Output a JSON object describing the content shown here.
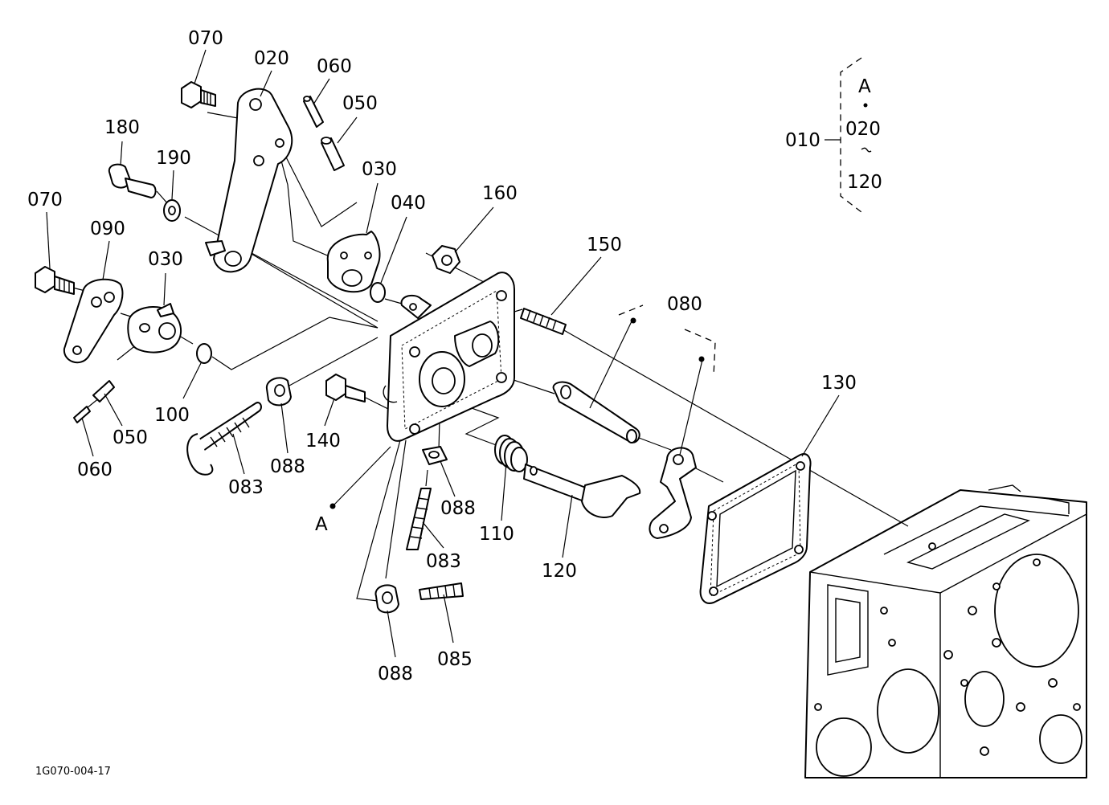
{
  "drawing_code": "1G070-004-17",
  "assembly": {
    "label": "010",
    "items": [
      "A",
      "020",
      "120"
    ]
  },
  "reference_point": "A",
  "callouts": [
    {
      "id": "c070a",
      "text": "070"
    },
    {
      "id": "c020",
      "text": "020"
    },
    {
      "id": "c060a",
      "text": "060"
    },
    {
      "id": "c050a",
      "text": "050"
    },
    {
      "id": "c180",
      "text": "180"
    },
    {
      "id": "c190",
      "text": "190"
    },
    {
      "id": "c030a",
      "text": "030"
    },
    {
      "id": "c040",
      "text": "040"
    },
    {
      "id": "c160",
      "text": "160"
    },
    {
      "id": "c070b",
      "text": "070"
    },
    {
      "id": "c090",
      "text": "090"
    },
    {
      "id": "c030b",
      "text": "030"
    },
    {
      "id": "c150",
      "text": "150"
    },
    {
      "id": "c080",
      "text": "080"
    },
    {
      "id": "c100",
      "text": "100"
    },
    {
      "id": "c050b",
      "text": "050"
    },
    {
      "id": "c060b",
      "text": "060"
    },
    {
      "id": "c083a",
      "text": "083"
    },
    {
      "id": "c088a",
      "text": "088"
    },
    {
      "id": "c140",
      "text": "140"
    },
    {
      "id": "c088b",
      "text": "088"
    },
    {
      "id": "c083b",
      "text": "083"
    },
    {
      "id": "c110",
      "text": "110"
    },
    {
      "id": "c120",
      "text": "120"
    },
    {
      "id": "c130",
      "text": "130"
    },
    {
      "id": "c088c",
      "text": "088"
    },
    {
      "id": "c085",
      "text": "085"
    }
  ]
}
